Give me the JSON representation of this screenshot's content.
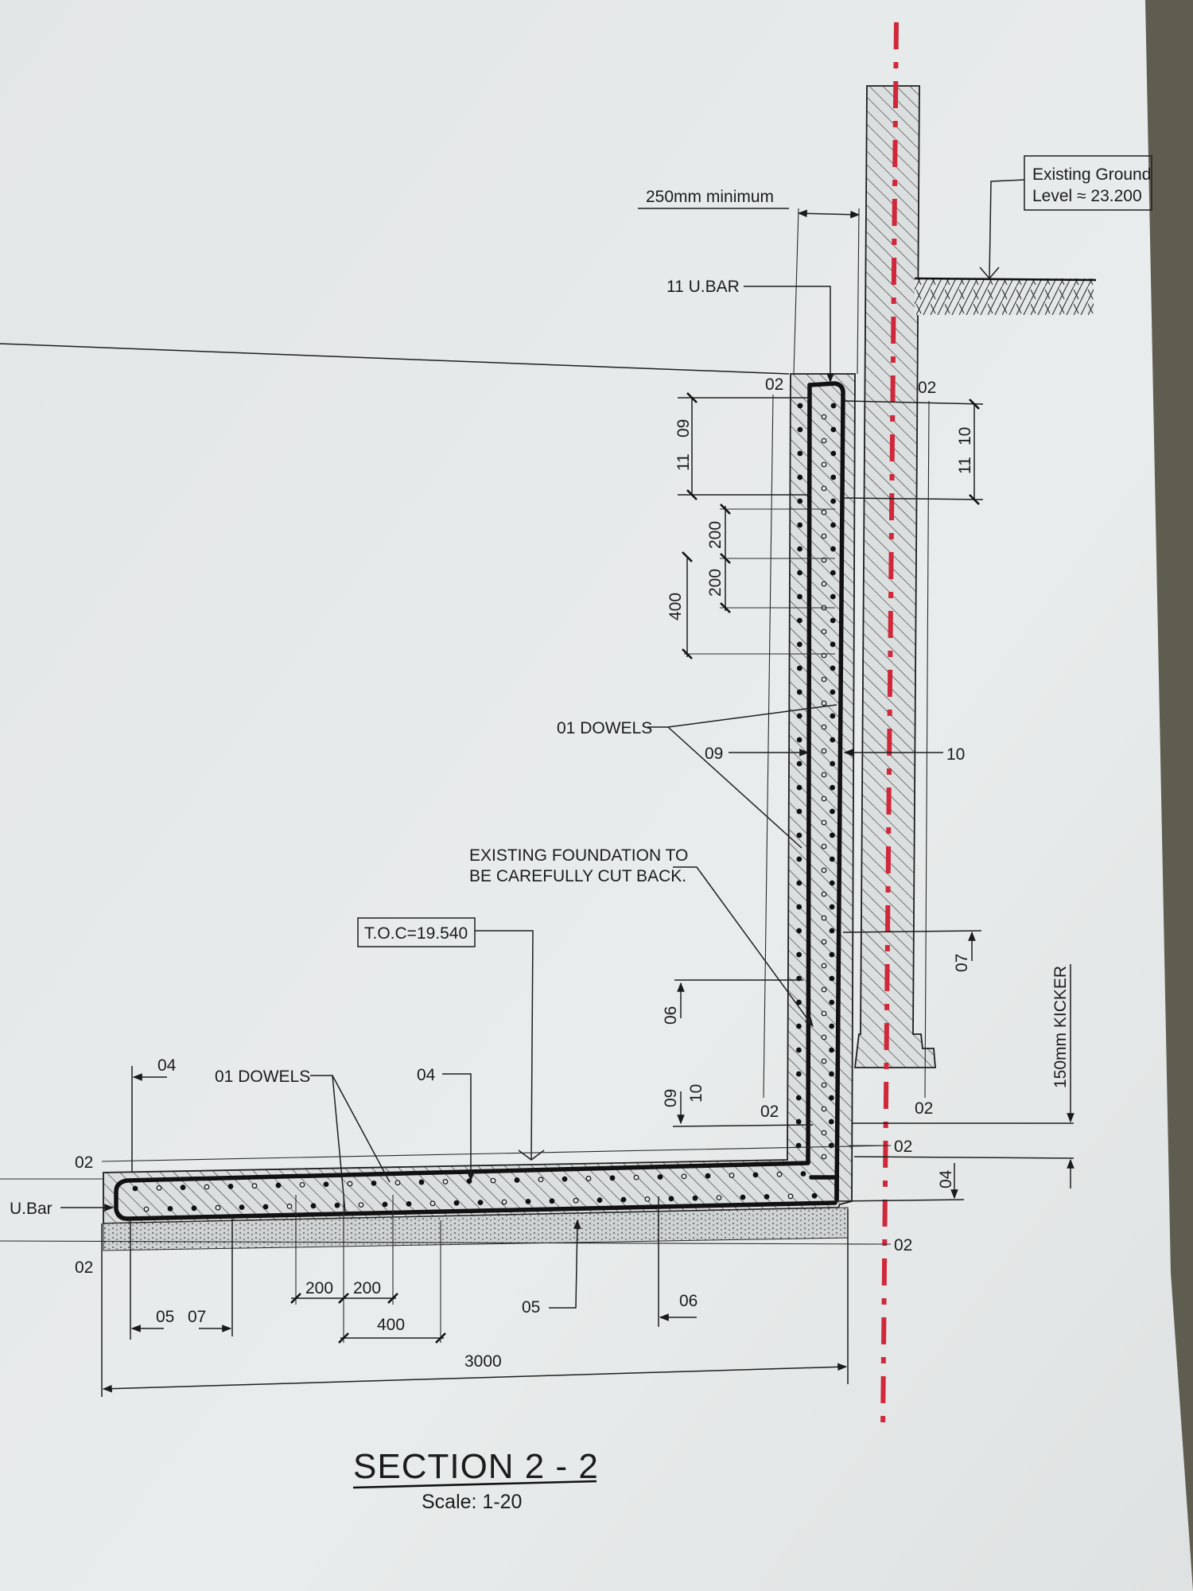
{
  "colors": {
    "paper": "#e6e9ea",
    "ink": "#1c1c1c",
    "centerline": "#d0283a",
    "background": "#5f5d50"
  },
  "drawing": {
    "title": "SECTION  2 - 2",
    "scale": "Scale: 1-20"
  },
  "labels": {
    "ground_level_line1": "Existing Ground",
    "ground_level_line2": "Level ≈ 23.200",
    "min_250": "250mm  minimum",
    "u_bar_11": "11  U.BAR",
    "dowels_wall": "01  DOWELS",
    "dowels_base": "01  DOWELS",
    "foundation_line1": "EXISTING  FOUNDATION  TO",
    "foundation_line2": "BE  CAREFULLY  CUT  BACK.",
    "toc": "T.O.C=19.540",
    "kicker": "150mm  KICKER",
    "u_bar": "U.Bar"
  },
  "marks": {
    "m02_a": "02",
    "m02_b": "02",
    "m02_c": "02",
    "m02_d": "02",
    "m02_e": "02",
    "m02_f": "02",
    "m02_g": "02",
    "m02_h": "02",
    "m11_left": "11",
    "m09_left": "09",
    "m11_right": "11",
    "m10_right": "10",
    "m200_v1": "200",
    "m200_v2": "200",
    "m400_v": "400",
    "m09_mid": "09",
    "m10_mid": "10",
    "m07_right": "07",
    "m06_left": "06",
    "m09_low": "09",
    "m10_low": "10",
    "m04_right": "04",
    "m04_base_left": "04",
    "m04_base_mid": "04",
    "m05_left": "05",
    "m07_left": "07",
    "m200_h1": "200",
    "m200_h2": "200",
    "m400_h": "400",
    "m05_mid": "05",
    "m06_mid": "06",
    "dim_3000": "3000"
  }
}
